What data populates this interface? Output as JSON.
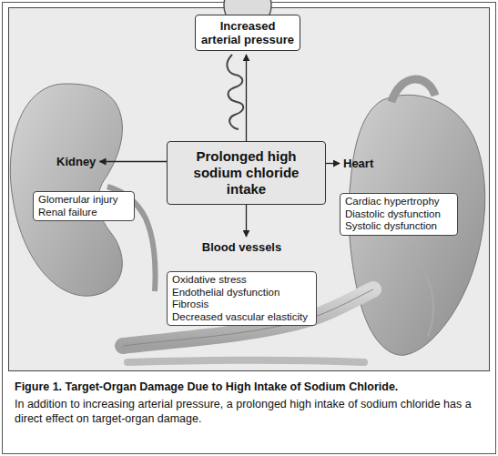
{
  "diagram": {
    "title": "Figure 1. Target-Organ Damage Due to High Intake of Sodium Chloride.",
    "caption": "In addition to increasing arterial pressure, a prolonged high intake of sodium chloride has a direct effect on target-organ damage.",
    "nodes": [
      {
        "text": [
          "Increased arterial pressure"
        ]
      },
      {
        "text": [
          "Kidney",
          "Glomerular injury",
          "Renal failure"
        ]
      },
      {
        "text": [
          "Prolonged high sodium chloride intake"
        ]
      },
      {
        "text": [
          "Heart",
          "Cardiac hypertrophy",
          "Diastolic dysfunction",
          "Systolic dysfunction"
        ]
      },
      {
        "text": [
          "Blood vessels",
          "Oxidative stress",
          "Endothelial dysfunction",
          "Fibrosis",
          "Decreased vascular elasticity"
        ]
      }
    ],
    "edges": [
      {
        "from": 2,
        "to": 0,
        "arrow": "to"
      },
      {
        "from": 2,
        "to": 1,
        "arrow": "to"
      },
      {
        "from": 2,
        "to": 3,
        "arrow": "to"
      },
      {
        "from": 2,
        "to": 4,
        "arrow": "to"
      }
    ]
  }
}
